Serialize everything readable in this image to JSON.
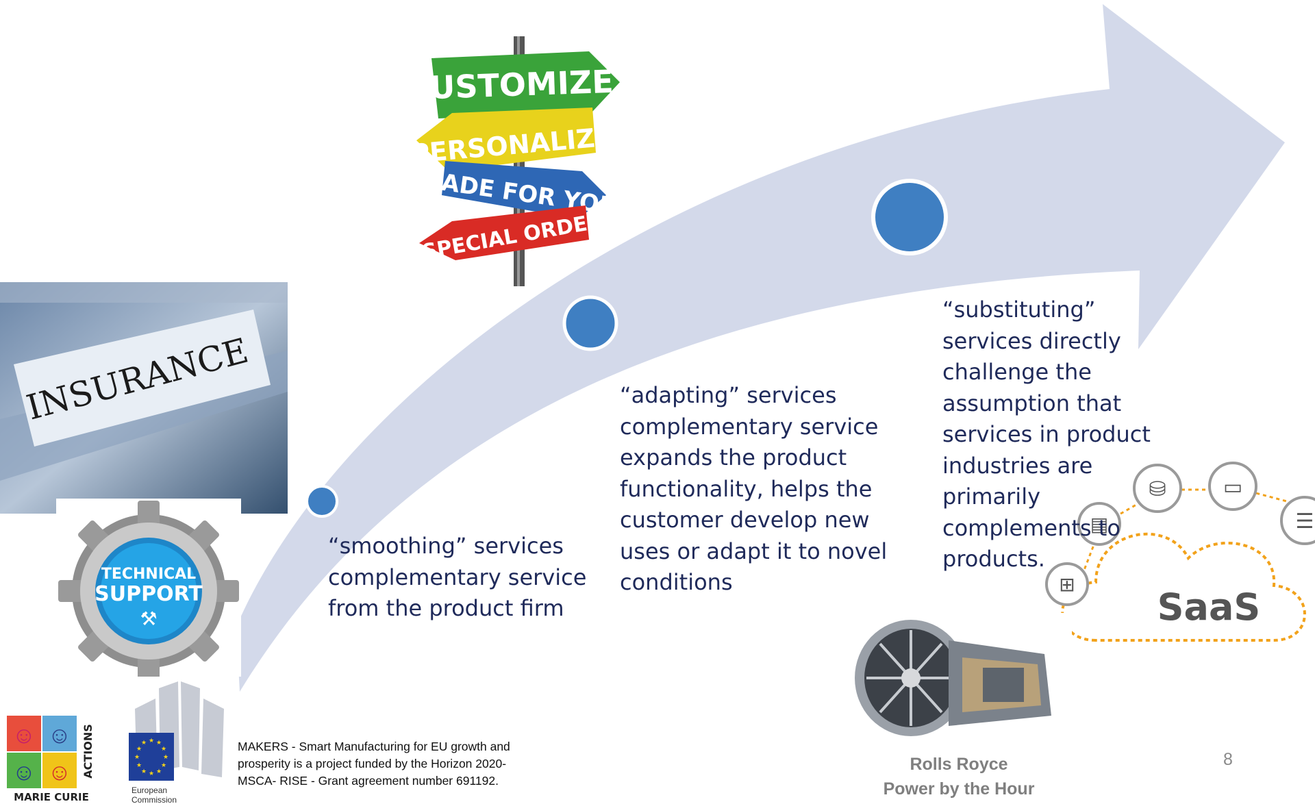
{
  "slide": {
    "page_number": "8",
    "stages": [
      {
        "id": "smoothing",
        "lines": [
          "“smoothing” services",
          "complementary service",
          "from the product firm"
        ]
      },
      {
        "id": "adapting",
        "lines": [
          "“adapting” services",
          "complementary service",
          "expands the product",
          "functionality, helps the",
          "customer develop new",
          "uses or adapt it to novel",
          "conditions"
        ]
      },
      {
        "id": "substituting",
        "lines": [
          "“substituting”",
          "services directly",
          "challenge the",
          "assumption that",
          "services in product",
          "industries are",
          "primarily",
          "complements to",
          "products."
        ]
      }
    ],
    "signpost": {
      "signs": [
        "CUSTOMIZE",
        "PERSONALIZE",
        "MADE FOR YOU",
        "SPECIAL ORDER"
      ]
    },
    "insurance_image": {
      "label": "INSURANCE"
    },
    "tech_support": {
      "line1": "TECHNICAL",
      "line2": "SUPPORT"
    },
    "saas": {
      "label": "SaaS"
    },
    "rolls_royce": {
      "line1": "Rolls Royce",
      "line2": "Power by the Hour"
    },
    "footer": {
      "funding_lines": [
        "MAKERS - Smart Manufacturing for EU growth and",
        "prosperity  is a project funded by the Horizon 2020-",
        "MSCA- RISE - Grant agreement number 691192."
      ],
      "marie_curie_label": "MARIE CURIE",
      "actions_label": "ACTIONS",
      "ec_label_1": "European",
      "ec_label_2": "Commission"
    },
    "colors": {
      "arrow": "#d3d9ea",
      "dot": "#3f7fc2",
      "dot_border": "#ffffff",
      "text": "#1f2a5a"
    }
  }
}
